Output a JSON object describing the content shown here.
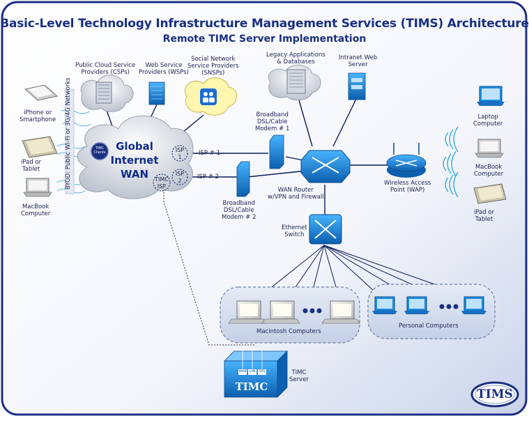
{
  "title": "Basic-Level Technology Infrastructure Management Services (TIMS) Architecture",
  "subtitle": "Remote TIMC Server Implementation",
  "clouds": {
    "public_cloud": [
      "Public Cloud Service",
      "Providers (CSPs)"
    ],
    "web_service": [
      "Web Service",
      "Providers (WSPs)"
    ],
    "social": [
      "Social Network",
      "Service Providers",
      "(SNSPs)"
    ],
    "legacy": [
      "Legacy Applications",
      "& Databases"
    ],
    "intranet": [
      "Intranet Web",
      "Server"
    ]
  },
  "wan": {
    "line1": "Global",
    "line2": "Internet",
    "line3": "WAN",
    "badge": "TIMC Clients"
  },
  "byod_label": "BYOD: Public Wi-Fi or 3G/4G Networks",
  "left_devices": [
    [
      "iPhone or",
      "Smartphone"
    ],
    [
      "iPad or",
      "Tablet"
    ],
    [
      "MacBook",
      "Computer"
    ]
  ],
  "right_devices": [
    [
      "Laptop",
      "Computer"
    ],
    [
      "MacBook",
      "Computer"
    ],
    [
      "iPad or",
      "Tablet"
    ]
  ],
  "isp": {
    "isp1_circle": [
      "ISP",
      "1"
    ],
    "isp2_circle": [
      "ISP",
      "2"
    ],
    "timc_isp": [
      "TIMC",
      "ISP"
    ],
    "isp1_line": "ISP # 1",
    "isp2_line": "ISP # 2"
  },
  "modems": {
    "modem1": [
      "Broadband",
      "DSL/Cable",
      "Modem # 1"
    ],
    "modem2": [
      "Broadband",
      "DSL/Cable",
      "Modem # 2"
    ]
  },
  "router": [
    "WAN Router",
    "w/VPN and Firewall"
  ],
  "wap": [
    "Wireless Access",
    "Point (WAP)"
  ],
  "switch": [
    "Ethernet",
    "Switch"
  ],
  "groups": {
    "mac": "Macintosh Computers",
    "pc": "Personal Computers"
  },
  "server": {
    "label": [
      "TIMC",
      "Server"
    ],
    "logo_text": "TIMC",
    "ports": [
      "WAN",
      "LAN",
      "SPS"
    ]
  },
  "logo": "TIMS",
  "colors": {
    "title": "#1a2f80",
    "frame_border": "#1d2f86",
    "device_blue": "#1c8fe0",
    "router_blue": "#1a86d8",
    "group_fill": "#d9e2f0"
  }
}
